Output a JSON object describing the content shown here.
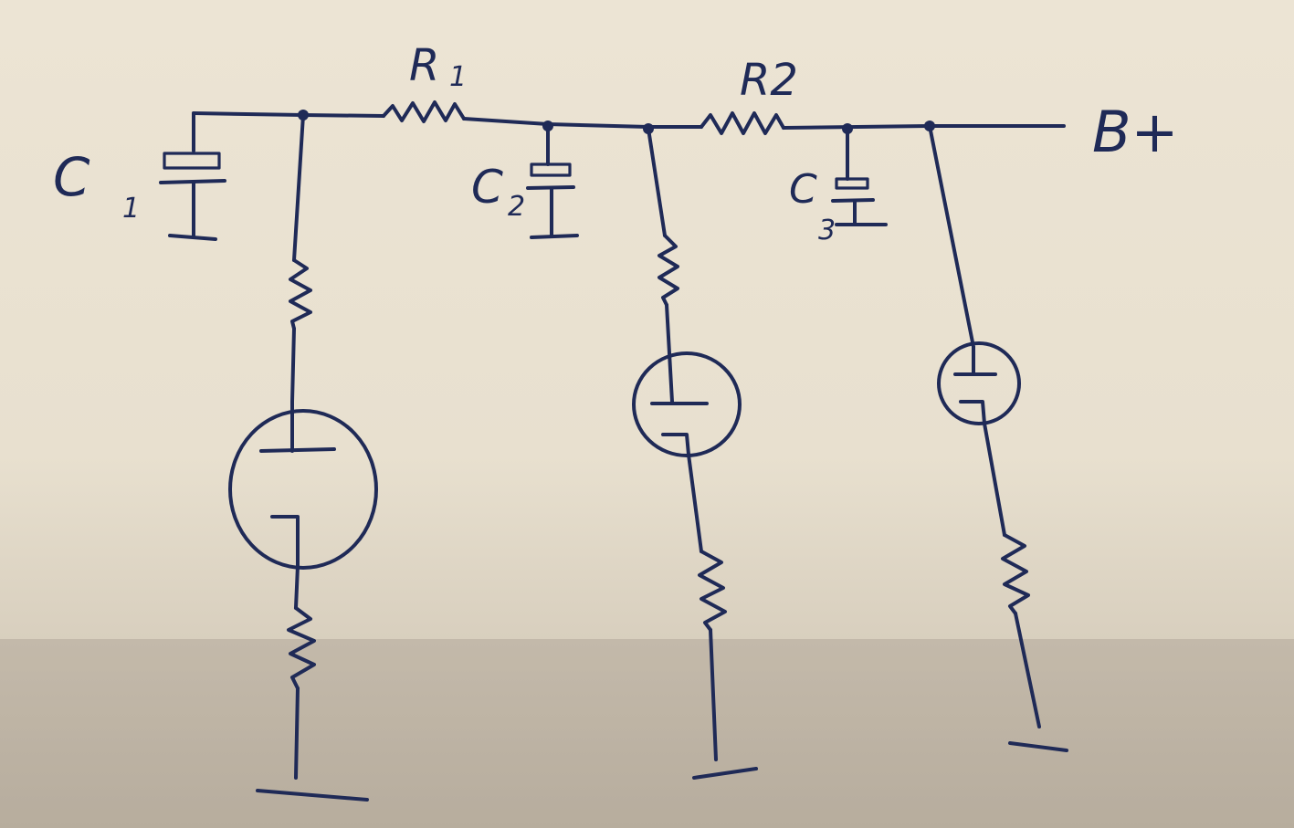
{
  "labels": {
    "c1_main": "C",
    "c1_sub": "1",
    "r1_main": "R",
    "r1_sub": "1",
    "c2_main": "C",
    "c2_sub": "2",
    "r2": "R2",
    "c3_main": "C",
    "c3_sub": "3",
    "supply": "B+"
  },
  "colors": {
    "ink": "#1f2a57",
    "paper": "#ece4d4"
  }
}
